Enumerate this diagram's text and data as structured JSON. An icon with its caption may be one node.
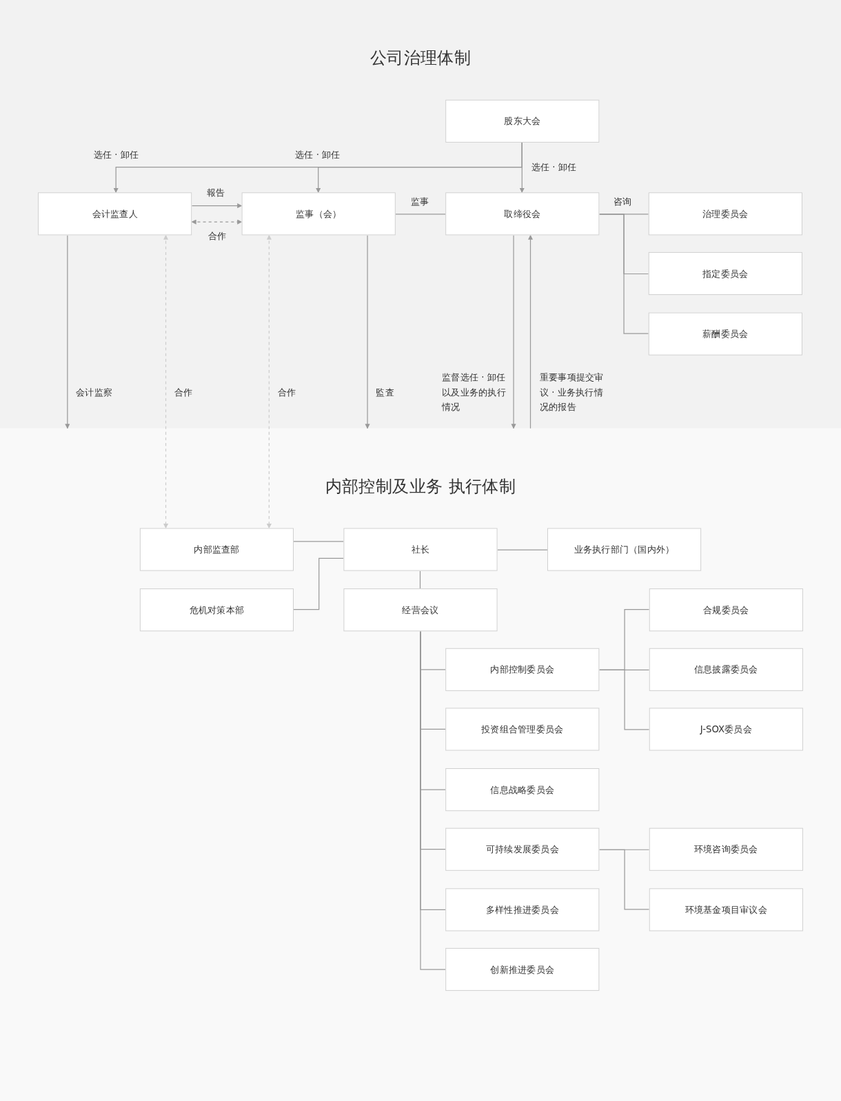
{
  "diagram": {
    "title": "公司治理体制",
    "nodes": [
      {
        "text": [
          "股东大会"
        ]
      },
      {
        "text": [
          "会计监查人"
        ]
      },
      {
        "text": [
          "监事（会）"
        ]
      },
      {
        "text": [
          "取缔役会"
        ]
      },
      {
        "text": [
          "治理委员会"
        ]
      },
      {
        "text": [
          "指定委员会"
        ]
      },
      {
        "text": [
          "薪酬委员会"
        ]
      },
      {
        "text": [
          "内部监查部"
        ]
      },
      {
        "text": [
          "社长"
        ]
      },
      {
        "text": [
          "业务执行部门（国内外）"
        ]
      },
      {
        "text": [
          "危机对策本部"
        ]
      },
      {
        "text": [
          "经营会议"
        ]
      },
      {
        "text": [
          "合规委员会"
        ]
      },
      {
        "text": [
          "内部控制委员会"
        ]
      },
      {
        "text": [
          "信息披露委员会"
        ]
      },
      {
        "text": [
          "投资组合管理委员会"
        ]
      },
      {
        "text": [
          "J-SOX委员会"
        ]
      },
      {
        "text": [
          "信息战略委员会"
        ]
      },
      {
        "text": [
          "可持续发展委员会"
        ]
      },
      {
        "text": [
          "环境咨询委员会"
        ]
      },
      {
        "text": [
          "多样性推进委员会"
        ]
      },
      {
        "text": [
          "环境基金项目审议会"
        ]
      },
      {
        "text": [
          "创新推进委员会"
        ]
      }
    ],
    "edges": [
      {
        "from": 0,
        "to": 1,
        "arrow": "to",
        "label": "选任 · 卸任"
      },
      {
        "from": 0,
        "to": 2,
        "arrow": "to",
        "label": "选任 · 卸任"
      },
      {
        "from": 0,
        "to": 3,
        "arrow": "to",
        "label": "选任 · 卸任"
      },
      {
        "from": 1,
        "to": 2,
        "arrow": "to",
        "label": "報告"
      },
      {
        "from": 1,
        "to": 2,
        "arrow": "both",
        "label": "合作",
        "style": "dashed"
      },
      {
        "from": 2,
        "to": 3,
        "arrow": "none",
        "label": "监事"
      },
      {
        "from": 3,
        "to": 4,
        "arrow": "none",
        "label": "咨询"
      },
      {
        "from": 3,
        "to": 5,
        "arrow": "none"
      },
      {
        "from": 3,
        "to": 6,
        "arrow": "none"
      },
      {
        "from": 1,
        "to": null,
        "arrow": "to",
        "label": "会计监察"
      },
      {
        "from": 1,
        "to": 7,
        "arrow": "both",
        "label": "合作",
        "style": "dashed",
        "color": "#cccccc"
      },
      {
        "from": 2,
        "to": 7,
        "arrow": "both",
        "label": "合作",
        "style": "dashed",
        "color": "#cccccc"
      },
      {
        "from": 2,
        "to": null,
        "arrow": "to",
        "label": "監査"
      },
      {
        "from": 3,
        "to": null,
        "arrow": "to",
        "label": "监督选任 · 卸任以及业务的执行情况"
      },
      {
        "from": null,
        "to": 3,
        "arrow": "to",
        "label": "重要事项提交审议 · 业务执行情况的报告"
      },
      {
        "from": 7,
        "to": 8,
        "arrow": "none"
      },
      {
        "from": 10,
        "to": 8,
        "arrow": "none"
      },
      {
        "from": 8,
        "to": 9,
        "arrow": "none"
      },
      {
        "from": 8,
        "to": 11,
        "arrow": "none"
      },
      {
        "from": 11,
        "to": 13,
        "arrow": "none"
      },
      {
        "from": 11,
        "to": 15,
        "arrow": "none"
      },
      {
        "from": 11,
        "to": 17,
        "arrow": "none"
      },
      {
        "from": 11,
        "to": 18,
        "arrow": "none"
      },
      {
        "from": 11,
        "to": 20,
        "arrow": "none"
      },
      {
        "from": 11,
        "to": 22,
        "arrow": "none"
      },
      {
        "from": 13,
        "to": 12,
        "arrow": "none"
      },
      {
        "from": 13,
        "to": 14,
        "arrow": "none"
      },
      {
        "from": 13,
        "to": 16,
        "arrow": "none"
      },
      {
        "from": 18,
        "to": 19,
        "arrow": "none"
      },
      {
        "from": 18,
        "to": 21,
        "arrow": "none"
      }
    ],
    "labels": [
      "内部控制及业务 执行体制"
    ]
  }
}
